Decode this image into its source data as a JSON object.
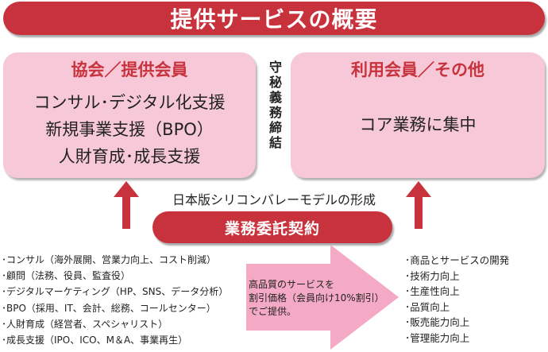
{
  "title": "提供サービスの概要",
  "left_box": {
    "heading": "協会／提供会員",
    "lines": [
      "コンサル･デジタル化支援",
      "新規事業支援（BPO）",
      "人財育成･成長支援"
    ]
  },
  "nda": "守秘義務締結",
  "right_box": {
    "heading": "利用会員／その他",
    "lines": [
      "コア業務に集中"
    ]
  },
  "model_text": "日本版シリコンバレーモデルの形成",
  "contract": "業務委託契約",
  "services": [
    "･コンサル（海外展開、営業力向上、コスト削減）",
    "･顧問（法務、役員、監査役）",
    "･デジタルマーケティング（HP、SNS、データ分析）",
    "･BPO（採用、IT、会計、総務、コールセンター）",
    "･人財育成（経営者、スペシャリスト）",
    "･成長支援（IPO、ICO、M＆A、事業再生）"
  ],
  "arrow_text": [
    "高品質のサービスを",
    "割引価格（会員向け10%割引）",
    "でご提供。"
  ],
  "results": [
    "･商品とサービスの開発",
    "･技術力向上",
    "･生産性向上",
    "･品質向上",
    "･販売能力向上",
    "･管理能力向上"
  ],
  "colors": {
    "accent": "#c8323c",
    "box_fill": "#f7c8d8",
    "arrow_fill": "#f4a9c4"
  }
}
